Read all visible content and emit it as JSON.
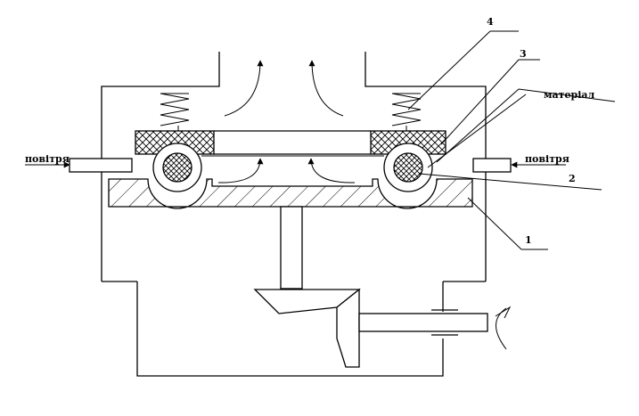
{
  "labels": {
    "left_air": "повітря",
    "right_air": "повітря",
    "material": "матеріал",
    "n1": "1",
    "n2": "2",
    "n3": "3",
    "n4": "4"
  }
}
